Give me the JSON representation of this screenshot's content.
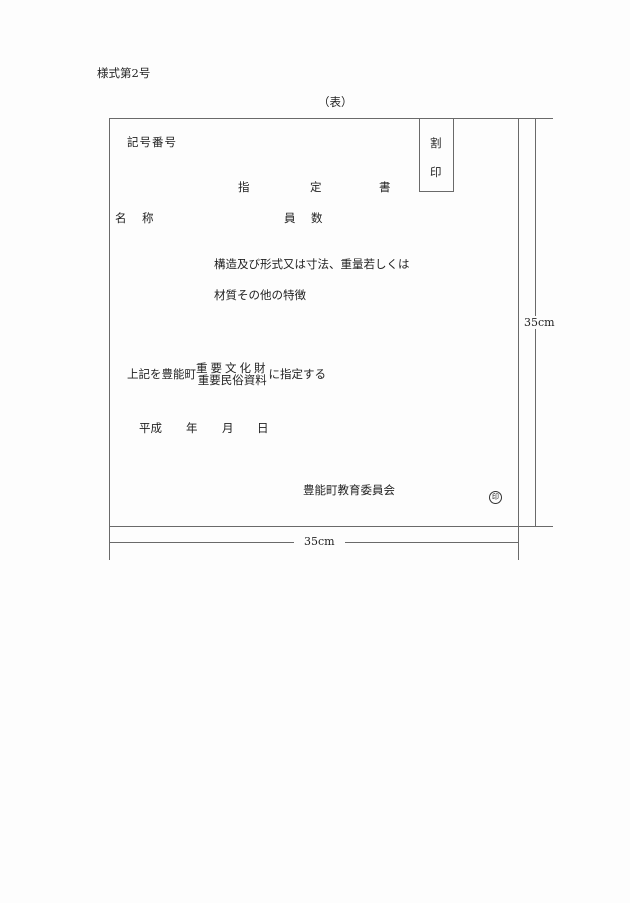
{
  "form_number": "様式第2号",
  "side_label": "（表）",
  "certificate": {
    "registration_number_label": "記号番号",
    "seal_box": {
      "char1": "割",
      "char2": "印"
    },
    "title": {
      "char1": "指",
      "char2": "定",
      "char3": "書"
    },
    "name_label": "名　称",
    "count_label": "員　数",
    "description_line1": "構造及び形式又は寸法、重量若しくは",
    "description_line2": "材質その他の特徴",
    "designation": {
      "prefix": "上記を豊能町",
      "option_top": "重要文化財",
      "option_bottom": "重要民俗資料",
      "suffix": "に指定する"
    },
    "date": {
      "era": "平成",
      "year": "年",
      "month": "月",
      "day": "日"
    },
    "issuer": "豊能町教育委員会",
    "seal_mark": "印"
  },
  "dimensions": {
    "height_label": "35cm",
    "width_label": "35cm"
  }
}
